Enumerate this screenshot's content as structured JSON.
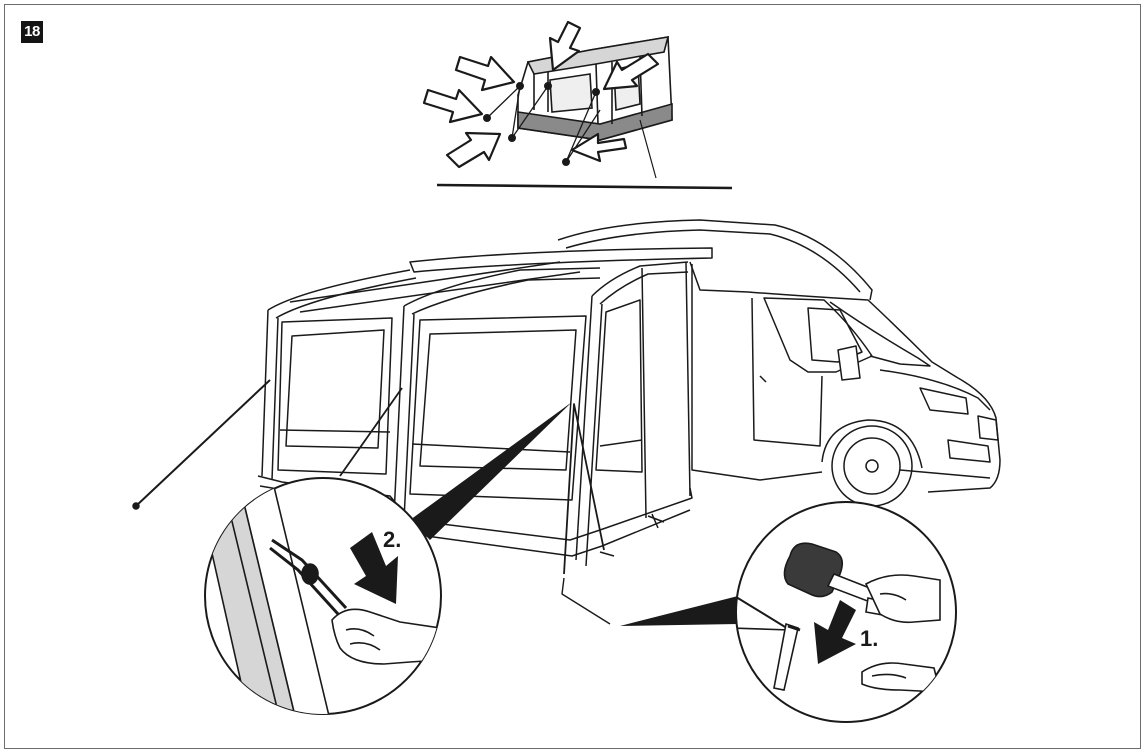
{
  "step_number": "18",
  "labels": {
    "step_one": "1.",
    "step_two": "2."
  },
  "colors": {
    "ink": "#1a1a1a",
    "shade": "#8a8a8a",
    "light_shade": "#d6d6d6",
    "background": "#ffffff"
  },
  "icons": {
    "arrow": "hollow-arrow-icon",
    "mallet": "mallet-icon",
    "peg": "tent-peg-icon",
    "hand": "hand-icon"
  }
}
